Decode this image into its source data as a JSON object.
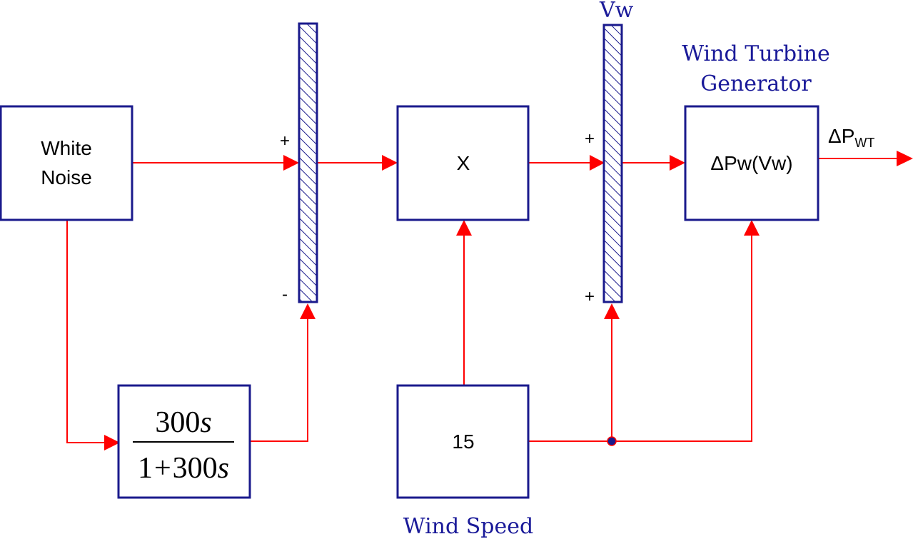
{
  "blocks": {
    "white_noise": [
      "White",
      "Noise"
    ],
    "transfer_fn": {
      "numerator_num": "300",
      "numerator_var": "s",
      "denominator_num": "1",
      "denominator_op": "+",
      "denominator_coef": "300",
      "denominator_var": "s"
    },
    "multiplier": "X",
    "constant": "15",
    "wtg": "ΔPw(Vw)"
  },
  "labels": {
    "wtg_title": [
      "Wind Turbine",
      "Generator"
    ],
    "wind_speed": "Wind Speed",
    "vw": "Vw",
    "output_main": "ΔP",
    "output_sub": "WT"
  },
  "signs": {
    "sum1_top": "+",
    "sum1_bottom": "-",
    "sum2_top": "+",
    "sum2_bottom": "+"
  },
  "colors": {
    "block_stroke": "#1a1a8c",
    "signal": "#ff0000",
    "label": "#1a1a99"
  }
}
